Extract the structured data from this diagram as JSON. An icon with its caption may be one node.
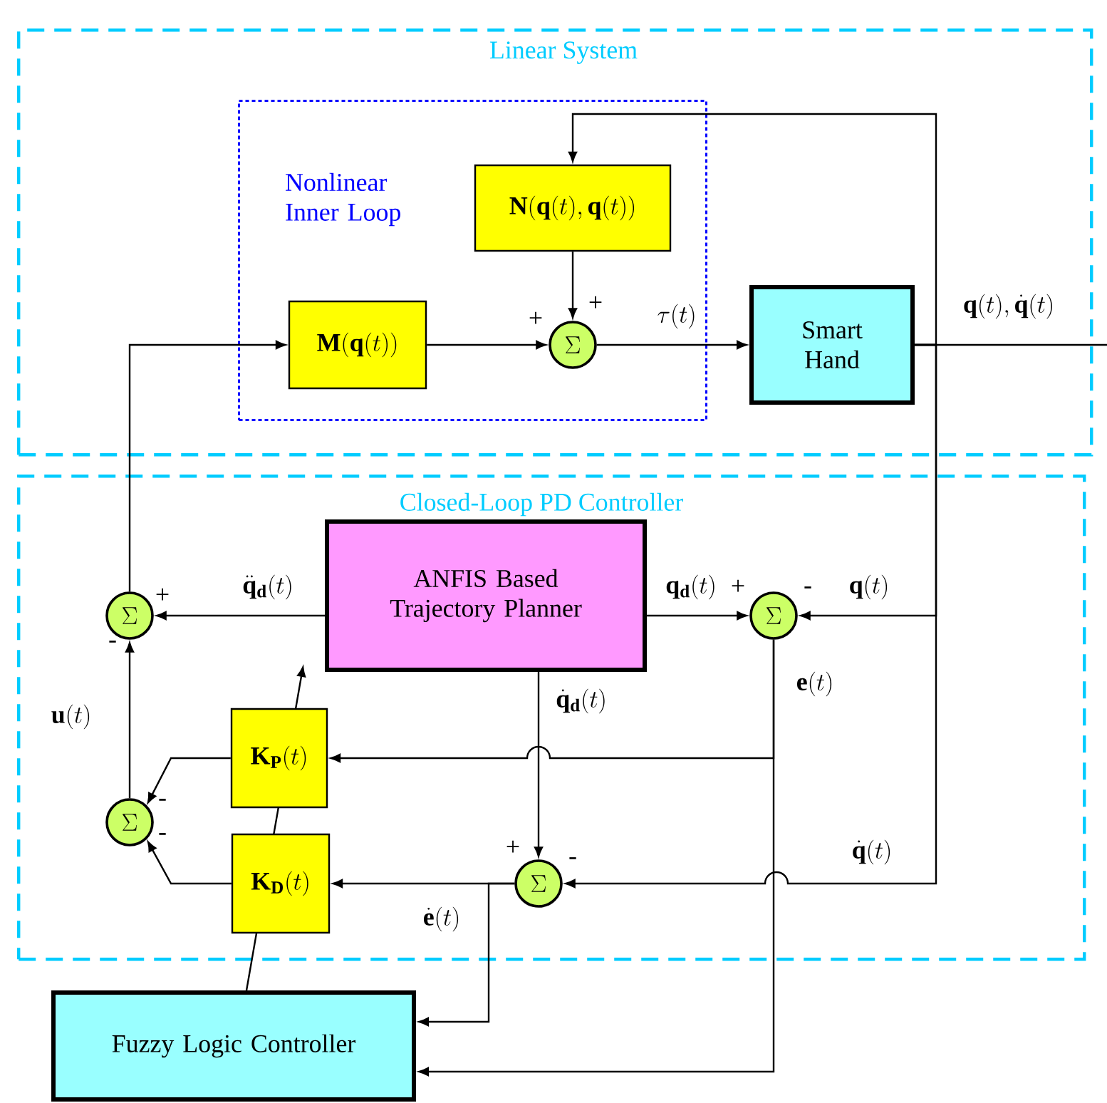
{
  "diagram": {
    "nodes": [
      {
        "text": [
          "Linear System"
        ]
      },
      {
        "text": [
          "Nonlinear Inner Loop"
        ],
        "in": 0
      },
      {
        "text": [
          "\\mathbf{N}(\\mathbf{q}(t),\\mathbf{q}(t))"
        ],
        "in": 1
      },
      {
        "text": [
          "\\mathbf{M}(\\mathbf{q}(t))"
        ],
        "in": 1
      },
      {
        "text": [
          "\\Sigma"
        ],
        "in": 1
      },
      {
        "text": [
          "Smart Hand"
        ],
        "in": 0
      },
      {
        "text": [
          "Closed-Loop PD Controller"
        ]
      },
      {
        "text": [
          "ANFIS Based Trajectory Planner"
        ],
        "in": 6
      },
      {
        "text": [
          "\\Sigma"
        ],
        "in": 6
      },
      {
        "text": [
          "\\Sigma"
        ],
        "in": 6
      },
      {
        "text": [
          "\\mathbf{K}_{\\mathbf{P}}(t)"
        ],
        "in": 6
      },
      {
        "text": [
          "\\Sigma"
        ],
        "in": 6
      },
      {
        "text": [
          "\\mathbf{K}_{\\mathbf{D}}(t)"
        ],
        "in": 6
      },
      {
        "text": [
          "\\Sigma"
        ],
        "in": 6
      },
      {
        "text": [
          "Fuzzy Logic Controller"
        ]
      }
    ],
    "edges": [
      {
        "from": 3,
        "to": 4,
        "arrow": "to"
      },
      {
        "from": 2,
        "to": 4,
        "arrow": "to"
      },
      {
        "from": 4,
        "to": 5,
        "arrow": "to",
        "label": "\\tau(t)"
      },
      {
        "from": 5,
        "to": null,
        "arrow": "none",
        "label": "\\mathbf{q}(t),\\dot{\\mathbf{q}}(t)"
      },
      {
        "from": 5,
        "to": 2,
        "arrow": "to"
      },
      {
        "from": 5,
        "to": 9,
        "arrow": "to",
        "label": "\\mathbf{q}(t)"
      },
      {
        "from": 5,
        "to": 13,
        "arrow": "to",
        "label": "\\dot{\\mathbf{q}}(t)"
      },
      {
        "from": 7,
        "to": 8,
        "arrow": "to",
        "label": "\\ddot{\\mathbf{q}}_{\\mathbf{d}}(t)"
      },
      {
        "from": 7,
        "to": 9,
        "arrow": "to",
        "label": "\\mathbf{q}_{\\mathbf{d}}(t)"
      },
      {
        "from": 7,
        "to": 13,
        "arrow": "to",
        "label": "\\dot{\\mathbf{q}}_{\\mathbf{d}}(t)"
      },
      {
        "from": 8,
        "to": 3,
        "arrow": "to"
      },
      {
        "from": 9,
        "to": 10,
        "arrow": "to",
        "label": "\\mathbf{e}(t)"
      },
      {
        "from": 9,
        "to": 14,
        "arrow": "to"
      },
      {
        "from": 13,
        "to": 12,
        "arrow": "to",
        "label": "\\dot{\\mathbf{e}}(t)"
      },
      {
        "from": 13,
        "to": 14,
        "arrow": "to"
      },
      {
        "from": 10,
        "to": 11,
        "arrow": "to"
      },
      {
        "from": 12,
        "to": 11,
        "arrow": "to"
      },
      {
        "from": 11,
        "to": 8,
        "arrow": "to",
        "label": "\\mathbf{u}(t)"
      },
      {
        "from": 14,
        "to": null,
        "arrow": "to"
      }
    ],
    "labels": [
      "+",
      "+",
      "+",
      "-",
      "+",
      "-",
      "-",
      "-",
      "+",
      "-"
    ]
  }
}
